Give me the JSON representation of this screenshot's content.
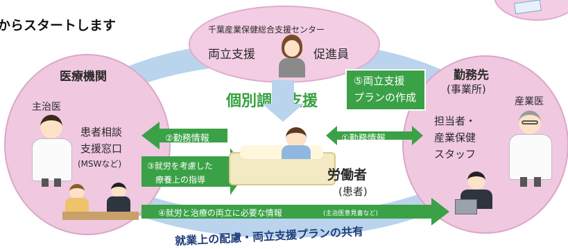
{
  "header": {
    "title": "からスタートします"
  },
  "center": {
    "org": "千葉産業保健総合支援センター",
    "role_left": "両立支援",
    "role_right": "促進員",
    "coordination": "個別調整支援",
    "plan_box": {
      "line1": "⑤両立支援",
      "line2": "プランの作成"
    }
  },
  "left": {
    "title": "医療機関",
    "doctor": "主治医",
    "desk": {
      "line1": "患者相談",
      "line2": "支援窓口",
      "line3": "(MSWなど)"
    }
  },
  "right": {
    "title": "勤務先",
    "subtitle": "(事業所)",
    "doctor": "産業医",
    "staff": {
      "line1": "担当者・",
      "line2": "産業保健",
      "line3": "スタッフ"
    }
  },
  "worker": {
    "title": "労働者",
    "subtitle": "(患者)"
  },
  "arrows": {
    "a1": "①勤務情報",
    "a2": "②勤務情報",
    "a3_line1": "③就労を考慮した",
    "a3_line2": "療養上の指導",
    "a4": "④就労と治療の両立に必要な情報",
    "a4_note": "(主治医意見書など)"
  },
  "footer": {
    "text": "就業上の配慮・両立支援プランの共有"
  },
  "colors": {
    "accent_green": "#3aa146",
    "circle_pink": "#f0c8e0",
    "ring_blue": "#b9d4ec"
  }
}
